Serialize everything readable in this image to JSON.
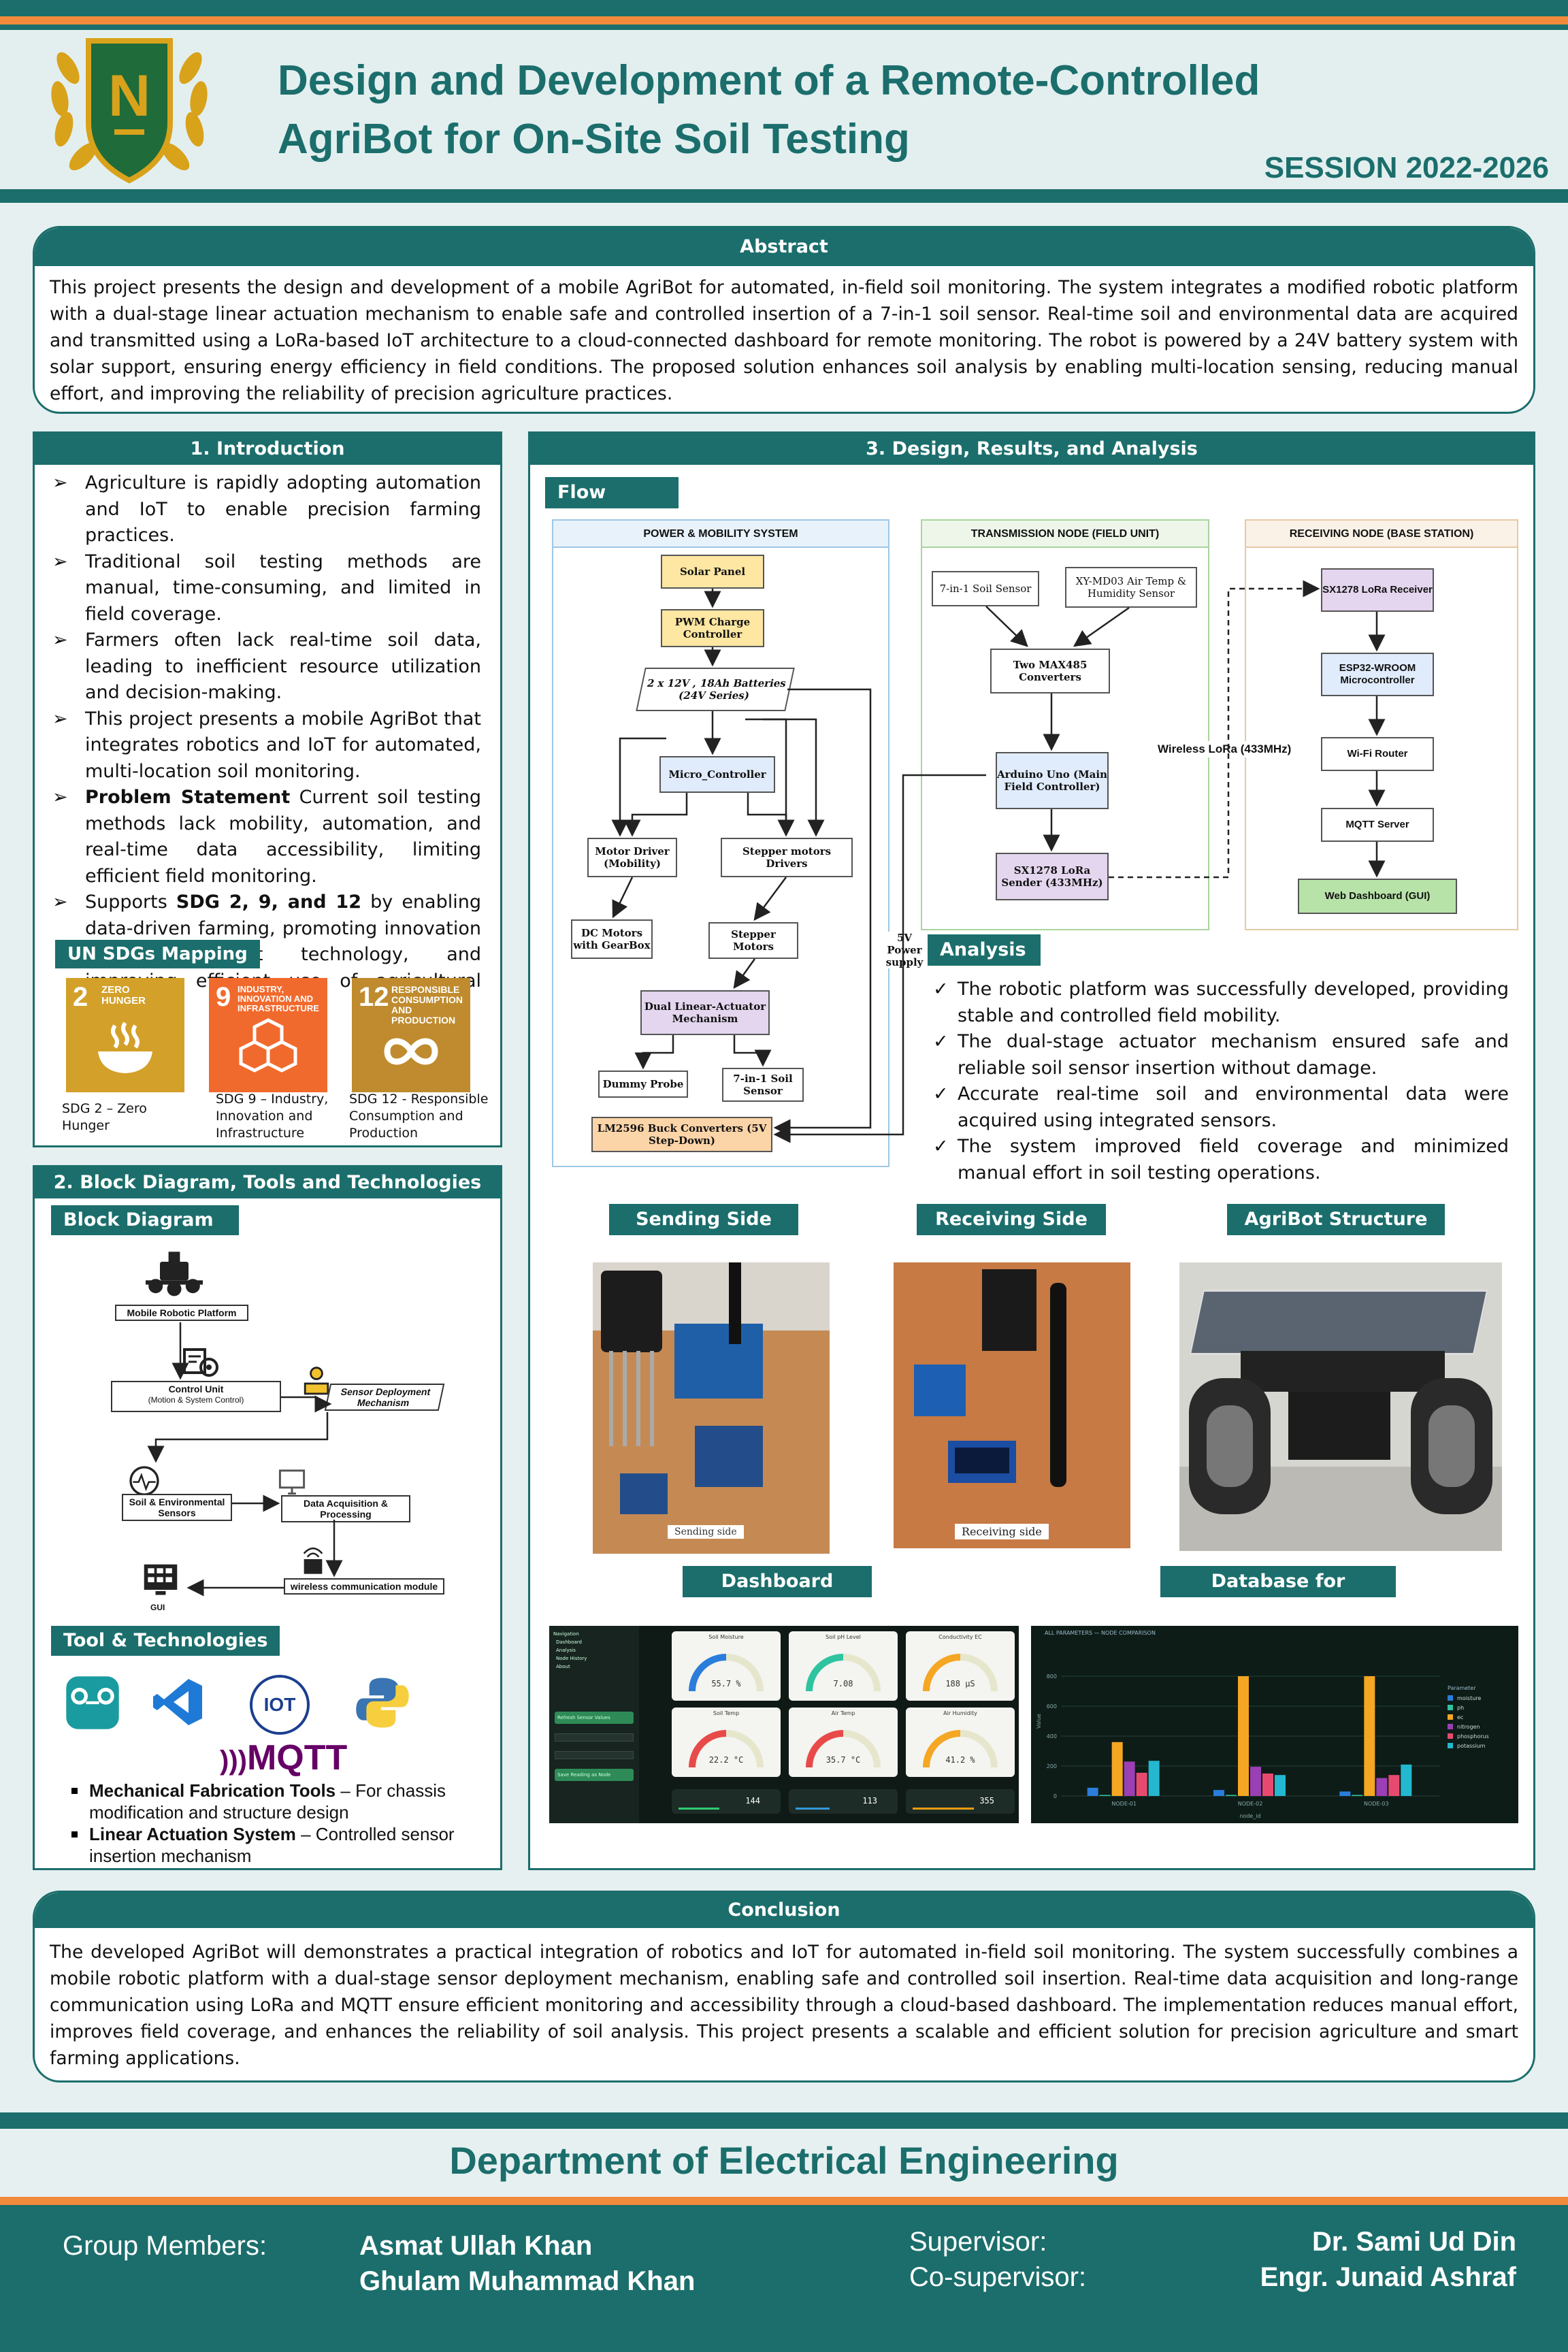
{
  "header": {
    "logo_letter": "N",
    "title_line1": "Design and Development of a Remote-Controlled",
    "title_line2": "AgriBot for On-Site Soil Testing",
    "session": "SESSION 2022-2026"
  },
  "abstract": {
    "heading": "Abstract",
    "text": "This project presents the design and development of a mobile AgriBot for automated, in-field soil monitoring. The system integrates a modified robotic platform with a dual-stage linear actuation mechanism to enable safe and controlled insertion of a 7-in-1 soil sensor. Real-time soil and environmental data are acquired and transmitted using a LoRa-based IoT architecture to a cloud-connected dashboard for remote monitoring. The robot is powered by a 24V battery system with solar support, ensuring energy efficiency in field conditions. The proposed solution enhances soil analysis by enabling multi-location sensing, reducing manual effort, and improving the reliability of precision agriculture practices."
  },
  "intro": {
    "heading": "1. Introduction",
    "b1": "Agriculture is rapidly adopting automation and IoT to enable precision farming practices.",
    "b2": "Traditional soil testing methods are manual, time-consuming, and limited in field coverage.",
    "b3": "Farmers often lack real-time soil data, leading to inefficient resource utilization and decision-making.",
    "b4": "This project presents a mobile AgriBot that integrates robotics and IoT for automated, multi-location soil monitoring.",
    "b5_bold": "Problem Statement",
    "b5_rest": " Current soil testing methods lack mobility, automation, and real-time data accessibility, limiting efficient field monitoring.",
    "b6_pre": "Supports ",
    "b6_bold": "SDG 2, 9, and 12",
    "b6_rest": " by enabling data-driven farming, promoting innovation through AgriBot technology, and improving efficient use of agricultural resources.",
    "sdg_heading": "UN SDGs Mapping",
    "sdg2_num": "2",
    "sdg2_name": "ZERO HUNGER",
    "sdg9_num": "9",
    "sdg9_name": "INDUSTRY, INNOVATION AND INFRASTRUCTURE",
    "sdg12_num": "12",
    "sdg12_name": "RESPONSIBLE CONSUMPTION AND PRODUCTION",
    "cap2": "SDG 2 – Zero Hunger",
    "cap9a": "SDG 9 – Industry,",
    "cap9b": "Innovation and",
    "cap9c": "Infrastructure",
    "cap12a": "SDG 12 - Responsible",
    "cap12b": "Consumption and",
    "cap12c": "Production"
  },
  "block": {
    "heading": "2. Block Diagram, Tools and Technologies",
    "sub": "Block Diagram",
    "platform": "Mobile Robotic Platform",
    "control": "Control Unit",
    "control_sub": "(Motion & System Control)",
    "deploy": "Sensor Deployment Mechanism",
    "sensors": "Soil & Environmental Sensors",
    "daq": "Data Acquisition & Processing",
    "wireless": "wireless communication module",
    "gui": "GUI",
    "tools_heading": "Tool & Technologies",
    "iot": "IOT",
    "mqtt": "MQTT",
    "t1_bold": "Mechanical Fabrication Tools",
    "t1_rest": " – For chassis modification and structure design",
    "t2_bold": "Linear Actuation System",
    "t2_rest": " – Controlled sensor insertion mechanism"
  },
  "design": {
    "heading": "3. Design, Results, and Analysis",
    "flow_tag": "Flow Chart",
    "g1": "POWER & MOBILITY SYSTEM",
    "g2": "TRANSMISSION NODE (FIELD UNIT)",
    "g3": "RECEIVING NODE (BASE STATION)",
    "solar": "Solar Panel",
    "pwm": "PWM Charge Controller",
    "batt": "2 x 12V , 18Ah Batteries (24V Series)",
    "micro": "Micro_Controller",
    "motor_drv": "Motor Driver (Mobility)",
    "step_drv": "Stepper motors Drivers",
    "dc": "DC Motors with GearBox",
    "step": "Stepper Motors",
    "dual": "Dual Linear-Actuator Mechanism",
    "dummy": "Dummy Probe",
    "soil7": "7-in-1 Soil Sensor",
    "buck": "LM2596 Buck Converters (5V Step-Down)",
    "supply": "5V Power supply",
    "soilsensor": "7-in-1 Soil Sensor",
    "xy": "XY-MD03 Air Temp & Humidity Sensor",
    "max485": "Two MAX485 Converters",
    "uno": "Arduino Uno (Main Field Controller)",
    "sx_send": "SX1278 LoRa Sender (433MHz)",
    "wireless": "Wireless LoRa (433MHz)",
    "sx_recv": "SX1278 LoRa Receiver",
    "esp": "ESP32-WROOM Microcontroller",
    "router": "Wi-Fi Router",
    "mqtt": "MQTT Server",
    "web": "Web Dashboard (GUI)",
    "analysis_tag": "Analysis",
    "a1": "The robotic platform was successfully developed, providing stable and controlled field mobility.",
    "a2": "The dual-stage actuator mechanism ensured safe and reliable soil sensor insertion without damage.",
    "a3": "Accurate real-time soil and environmental data were acquired using integrated sensors.",
    "a4": "The system improved field coverage and minimized manual effort in soil testing operations.",
    "send_tag": "Sending Side",
    "recv_tag": "Receiving Side",
    "struct_tag": "AgriBot Structure",
    "send_label": "Sending side",
    "recv_label": "Receiving side",
    "dash_tag": "Dashboard",
    "db_tag": "Database for Record"
  },
  "dashboard": {
    "g1_label": "Soil Moisture",
    "g1_val": "55.7 %",
    "g2_label": "Soil pH Level",
    "g2_val": "7.08",
    "g3_label": "Conductivity EC",
    "g3_val": "188 µS",
    "g4_label": "Soil Temp",
    "g4_val": "22.2 °C",
    "g5_label": "Air Temp",
    "g5_val": "35.7 °C",
    "g6_label": "Air Humidity",
    "g6_val": "41.2 %",
    "b1_val": "144",
    "b2_val": "113",
    "b3_val": "355",
    "s1": "Navigation",
    "s2": "Dashboard",
    "s3": "Analysis",
    "s4": "Node History",
    "s5": "About",
    "btn1": "Refresh Sensor Values",
    "btn2": "Save Reading as Node"
  },
  "chart_data": {
    "type": "bar",
    "title": "ALL PARAMETERS — NODE COMPARISON",
    "xlabel": "node_id",
    "ylabel": "Value",
    "categories": [
      "NODE-01",
      "NODE-02",
      "NODE-03"
    ],
    "ylim": [
      0,
      1000
    ],
    "yticks": [
      0,
      200,
      400,
      600,
      800
    ],
    "legend_title": "Parameter",
    "series": [
      {
        "name": "moisture",
        "color": "#2a7ddb",
        "values": [
          55,
          40,
          30
        ]
      },
      {
        "name": "ph",
        "color": "#2ec4a0",
        "values": [
          7,
          7,
          7
        ]
      },
      {
        "name": "ec",
        "color": "#f5a623",
        "values": [
          360,
          800,
          800
        ]
      },
      {
        "name": "nitrogen",
        "color": "#9b3fb5",
        "values": [
          230,
          195,
          120
        ]
      },
      {
        "name": "phosphorus",
        "color": "#e84a6f",
        "values": [
          155,
          150,
          140
        ]
      },
      {
        "name": "potassium",
        "color": "#24b8d0",
        "values": [
          235,
          140,
          210
        ]
      }
    ]
  },
  "conclusion": {
    "heading": "Conclusion",
    "text": "The developed AgriBot will demonstrates a practical integration of robotics and IoT for automated in-field soil monitoring. The system successfully combines a mobile robotic platform with a dual-stage sensor deployment mechanism, enabling safe and controlled soil insertion. Real-time data acquisition and long-range communication using LoRa and MQTT ensure efficient monitoring and accessibility through a cloud-based dashboard. The implementation reduces manual effort, improves field coverage, and enhances the reliability of soil analysis. This project presents a scalable and efficient solution for precision agriculture and smart farming applications."
  },
  "footer": {
    "dept": "Department of Electrical Engineering",
    "members_label": "Group Members:",
    "m1": "Asmat Ullah Khan",
    "m2": "Ghulam Muhammad Khan",
    "sup_label": "Supervisor:",
    "cosup_label": "Co-supervisor:",
    "sup": "Dr. Sami Ud Din",
    "cosup": "Engr. Junaid Ashraf"
  }
}
